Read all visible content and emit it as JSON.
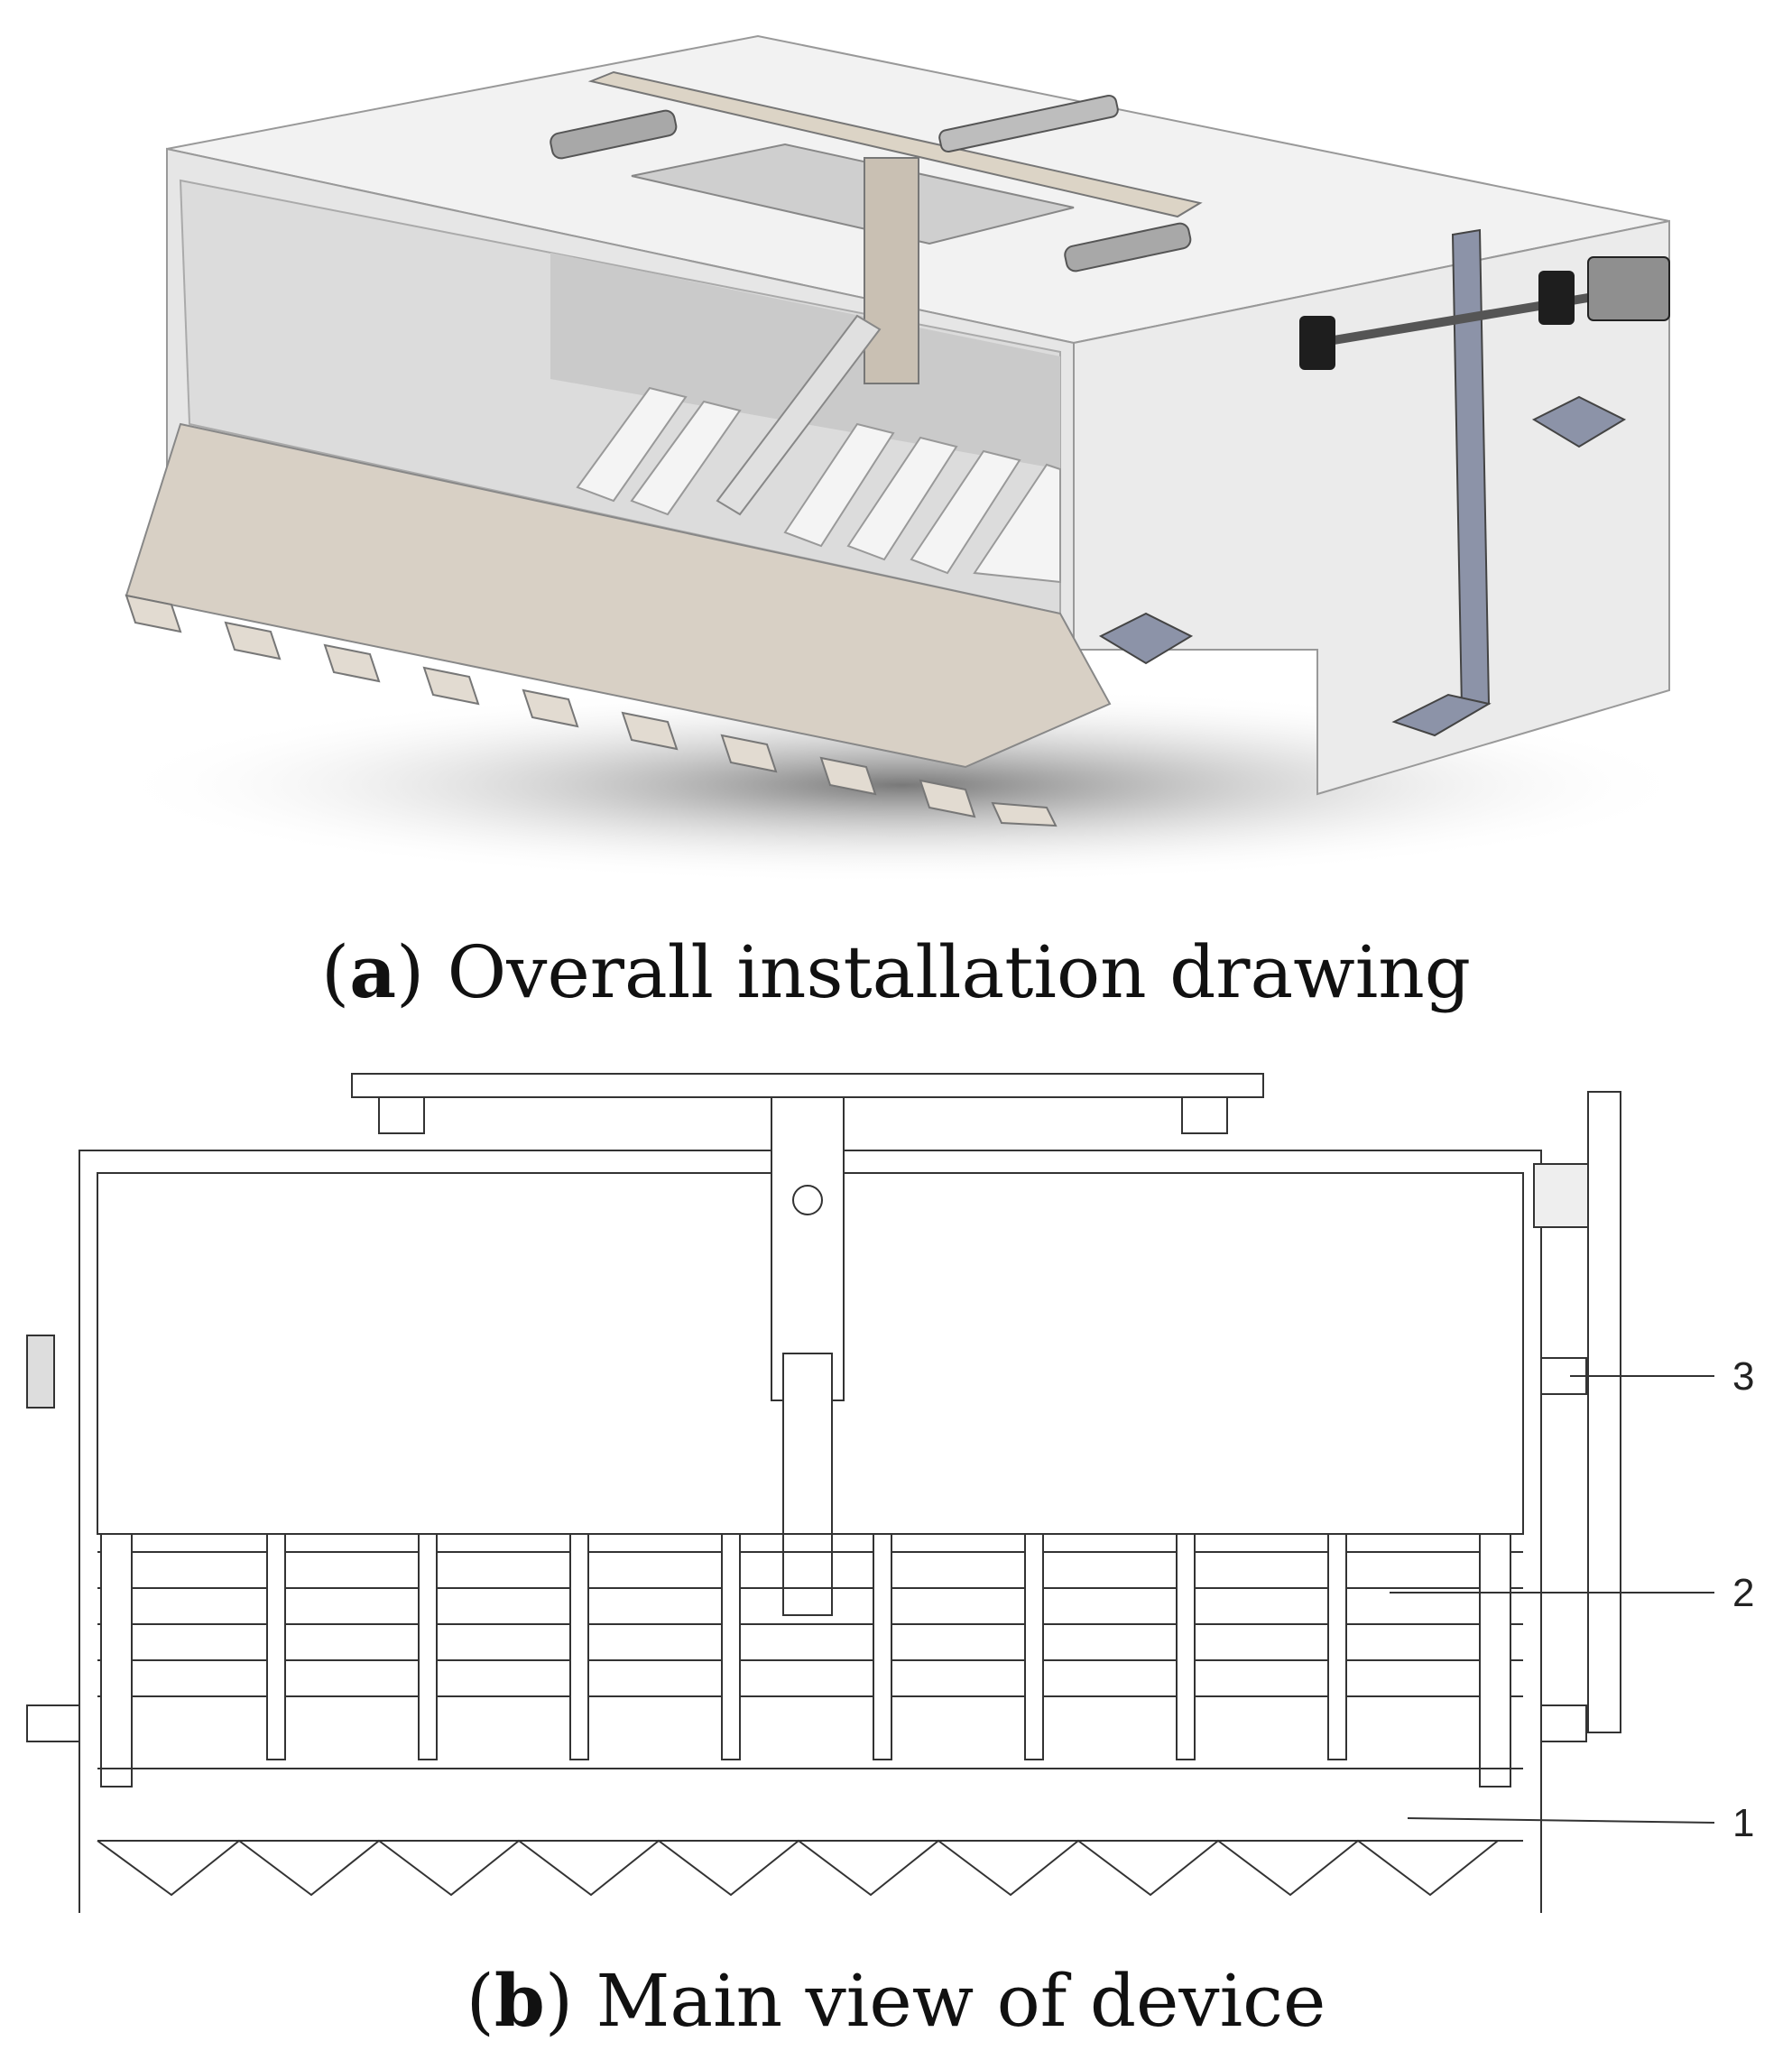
{
  "captions": {
    "a": {
      "letter": "a",
      "text": "Overall installation drawing"
    },
    "b": {
      "letter": "b",
      "text": "Main view of device"
    }
  },
  "callouts": [
    {
      "label": "3"
    },
    {
      "label": "2"
    },
    {
      "label": "1"
    }
  ],
  "colors": {
    "body": "#ececec",
    "body_shade": "#d6d6d6",
    "metal": "#8c93a8",
    "beige": "#ddd7cf",
    "line": "#333333"
  }
}
